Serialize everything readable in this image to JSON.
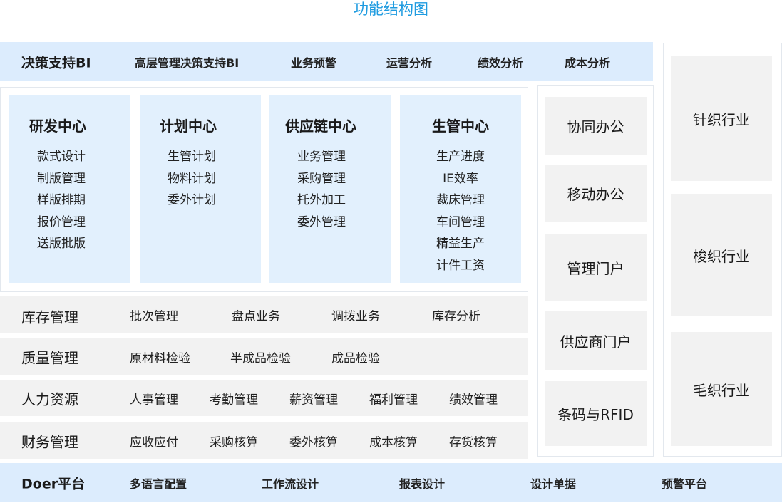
{
  "title": "功能结构图",
  "bi": {
    "label": "决策支持BI",
    "items": [
      "高层管理决策支持BI",
      "业务预警",
      "运营分析",
      "绩效分析",
      "成本分析"
    ]
  },
  "centers": [
    {
      "title": "研发中心",
      "items": [
        "款式设计",
        "制版管理",
        "样版排期",
        "报价管理",
        "送版批版"
      ]
    },
    {
      "title": "计划中心",
      "items": [
        "生管计划",
        "物料计划",
        "委外计划"
      ]
    },
    {
      "title": "供应链中心",
      "items": [
        "业务管理",
        "采购管理",
        "托外加工",
        "委外管理"
      ]
    },
    {
      "title": "生管中心",
      "items": [
        "生产进度",
        "IE效率",
        "裁床管理",
        "车间管理",
        "精益生产",
        "计件工资"
      ]
    }
  ],
  "rows": [
    {
      "label": "库存管理",
      "items": [
        "批次管理",
        "盘点业务",
        "调拨业务",
        "库存分析"
      ]
    },
    {
      "label": "质量管理",
      "items": [
        "原材料检验",
        "半成品检验",
        "成品检验"
      ]
    },
    {
      "label": "人力资源",
      "items": [
        "人事管理",
        "考勤管理",
        "薪资管理",
        "福利管理",
        "绩效管理"
      ]
    },
    {
      "label": "财务管理",
      "items": [
        "应收应付",
        "采购核算",
        "委外核算",
        "成本核算",
        "存货核算"
      ]
    }
  ],
  "office": [
    "协同办公",
    "移动办公",
    "管理门户",
    "供应商门户",
    "条码与RFID"
  ],
  "industries": [
    "针织行业",
    "梭织行业",
    "毛织行业"
  ],
  "platform": {
    "label": "Doer平台",
    "items": [
      "多语言配置",
      "工作流设计",
      "报表设计",
      "设计单据",
      "预警平台"
    ]
  },
  "colors": {
    "title": "#1e9be0",
    "band": "#dcecfd",
    "card": "#e2f0fd",
    "panel": "#f2f2f2"
  }
}
